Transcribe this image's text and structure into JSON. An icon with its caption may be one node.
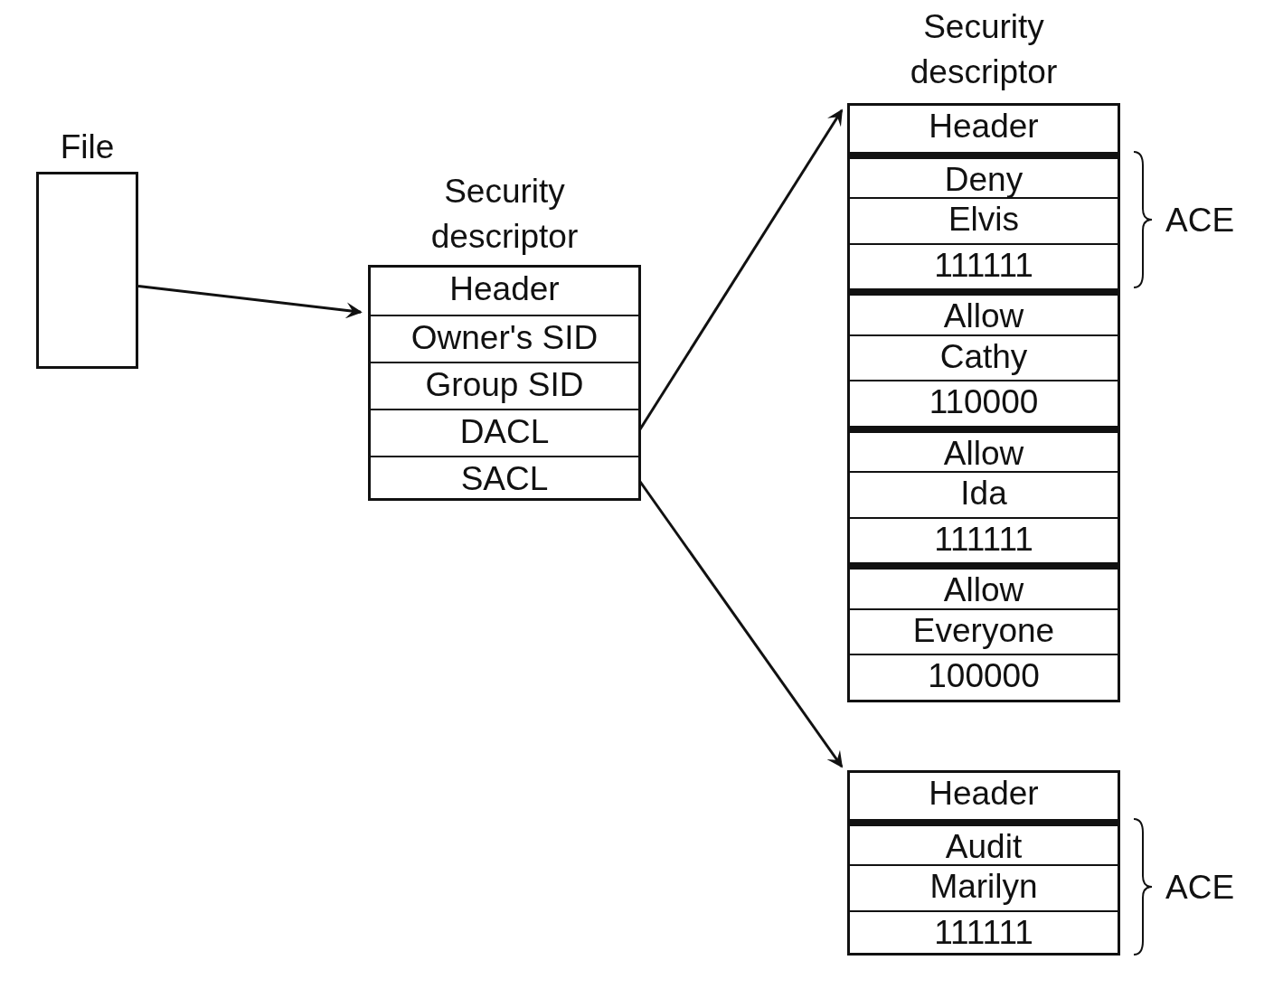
{
  "diagram": {
    "nodes": [
      {
        "text": [
          "File"
        ]
      },
      {
        "text": [
          "Security descriptor"
        ]
      },
      {
        "text": [
          "Header"
        ],
        "in": 1
      },
      {
        "text": [
          "Owner's SID"
        ],
        "in": 1
      },
      {
        "text": [
          "Group SID"
        ],
        "in": 1
      },
      {
        "text": [
          "DACL"
        ],
        "in": 1
      },
      {
        "text": [
          "SACL"
        ],
        "in": 1
      },
      {
        "text": [
          "Security descriptor"
        ]
      },
      {
        "text": [
          "Header"
        ],
        "in": 7
      },
      {
        "text": [
          "Deny"
        ],
        "in": 7
      },
      {
        "text": [
          "Elvis"
        ],
        "in": 7
      },
      {
        "text": [
          "111111"
        ],
        "in": 7
      },
      {
        "text": [
          "Allow"
        ],
        "in": 7
      },
      {
        "text": [
          "Cathy"
        ],
        "in": 7
      },
      {
        "text": [
          "110000"
        ],
        "in": 7
      },
      {
        "text": [
          "Allow"
        ],
        "in": 7
      },
      {
        "text": [
          "Ida"
        ],
        "in": 7
      },
      {
        "text": [
          "111111"
        ],
        "in": 7
      },
      {
        "text": [
          "Allow"
        ],
        "in": 7
      },
      {
        "text": [
          "Everyone"
        ],
        "in": 7
      },
      {
        "text": [
          "100000"
        ],
        "in": 7
      },
      {
        "text": [],
        "shape": "box"
      },
      {
        "text": [
          "Header"
        ],
        "in": 21
      },
      {
        "text": [
          "Audit"
        ],
        "in": 21
      },
      {
        "text": [
          "Marilyn"
        ],
        "in": 21
      },
      {
        "text": [
          "111111"
        ],
        "in": 21
      }
    ],
    "edges": [
      {
        "from": 0,
        "to": 1,
        "arrow": "to"
      },
      {
        "from": 5,
        "to": 7,
        "arrow": "to"
      },
      {
        "from": 6,
        "to": 21,
        "arrow": "to"
      }
    ],
    "labels": [
      "ACE",
      "ACE"
    ]
  }
}
